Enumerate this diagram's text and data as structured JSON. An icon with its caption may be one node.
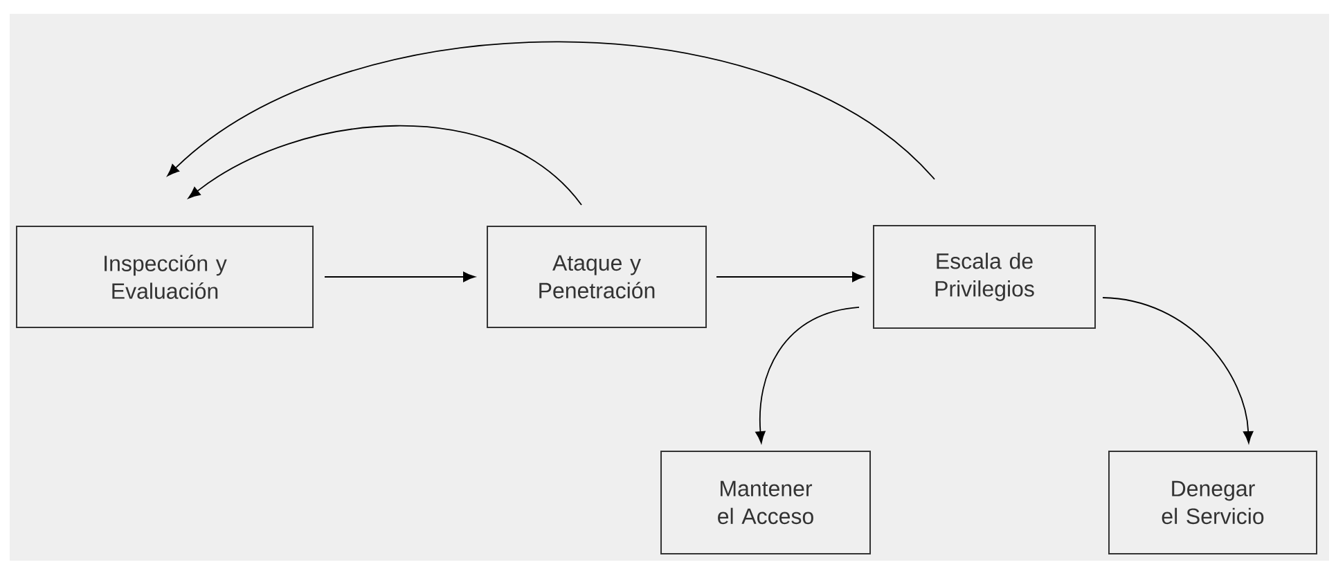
{
  "diagram": {
    "nodes": [
      {
        "text": [
          "Inspección y Evaluación"
        ]
      },
      {
        "text": [
          "Ataque y Penetración"
        ]
      },
      {
        "text": [
          "Escala de Privilegios"
        ]
      },
      {
        "text": [
          "Mantener el Acceso"
        ]
      },
      {
        "text": [
          "Denegar el Servicio"
        ]
      }
    ],
    "edges": [
      {
        "from": 0,
        "to": 1,
        "arrow": "to"
      },
      {
        "from": 1,
        "to": 2,
        "arrow": "to"
      },
      {
        "from": 1,
        "to": 0,
        "arrow": "to"
      },
      {
        "from": 2,
        "to": 0,
        "arrow": "to"
      },
      {
        "from": 2,
        "to": 3,
        "arrow": "to"
      },
      {
        "from": 2,
        "to": 4,
        "arrow": "to"
      }
    ]
  }
}
